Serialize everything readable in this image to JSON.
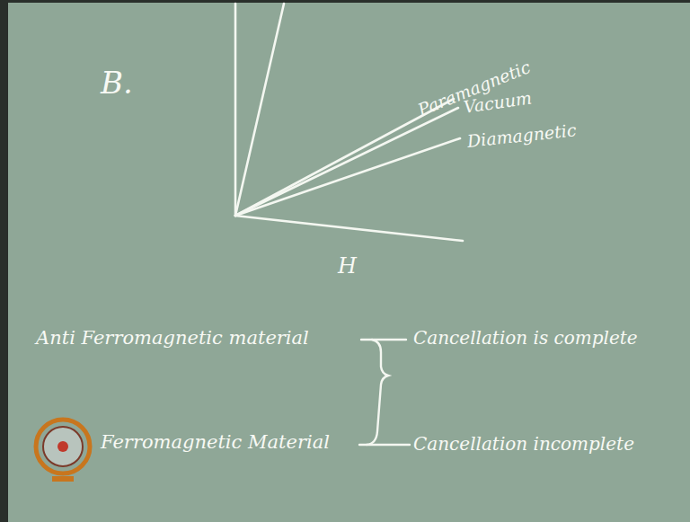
{
  "diagram": {
    "labels": [
      "B.",
      "Paramagnetic",
      "Vacuum",
      "Diamagnetic",
      "H",
      "Anti Ferromagnetic material",
      "Cancellation is complete",
      "Ferromagnetic Material",
      "Cancellation incomplete"
    ]
  }
}
